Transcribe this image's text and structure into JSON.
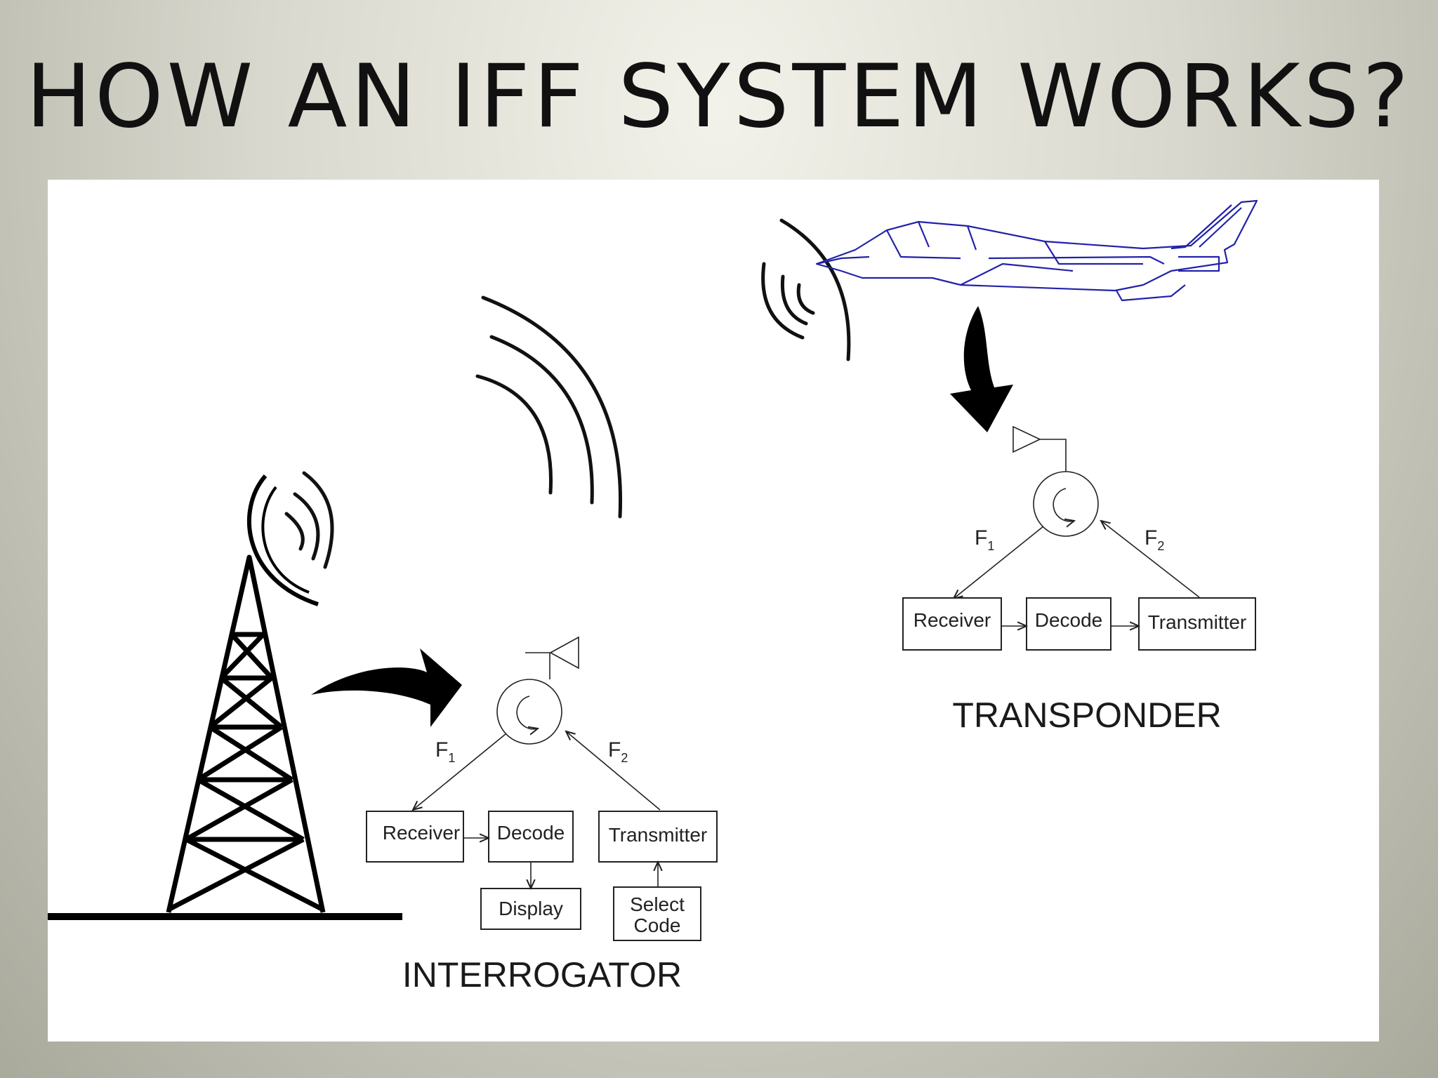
{
  "slide": {
    "title": "HOW AN IFF SYSTEM WORKS?"
  },
  "interrogator": {
    "label": "INTERROGATOR",
    "freq1": "F",
    "freq1_sub": "1",
    "freq2": "F",
    "freq2_sub": "2",
    "receiver": "Receiver",
    "decode": "Decode",
    "transmitter": "Transmitter",
    "display": "Display",
    "select_code_line1": "Select",
    "select_code_line2": "Code"
  },
  "transponder": {
    "label": "TRANSPONDER",
    "freq1": "F",
    "freq1_sub": "1",
    "freq2": "F",
    "freq2_sub": "2",
    "receiver": "Receiver",
    "decode": "Decode",
    "transmitter": "Transmitter"
  },
  "colors": {
    "jet": "#2222aa",
    "ink": "#111111",
    "panel": "#ffffff"
  },
  "icons": [
    "radar-tower-icon",
    "fighter-jet-icon",
    "curved-arrow-icon",
    "antenna-icon",
    "circulator-icon",
    "radio-wave-icon"
  ]
}
